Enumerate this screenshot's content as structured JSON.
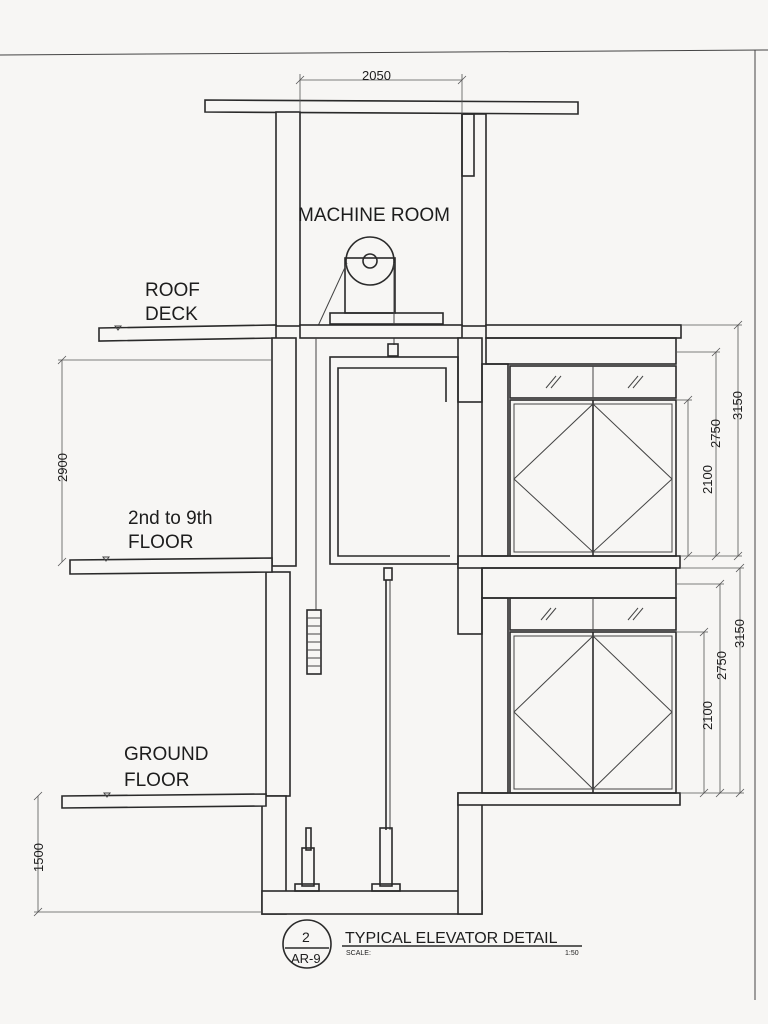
{
  "drawing": {
    "labels": {
      "machine_room": "MACHINE ROOM",
      "roof_line1": "ROOF",
      "roof_line2": "DECK",
      "floor2_line1": "2nd to 9th",
      "floor2_line2": "FLOOR",
      "ground_line1": "GROUND",
      "ground_line2": "FLOOR"
    },
    "dimensions": {
      "top_width": "2050",
      "floor_height": "2900",
      "pit_depth": "1500",
      "upper_door_height": "2100",
      "upper_opening_height": "2750",
      "upper_overall_height": "3150",
      "lower_door_height": "2100",
      "lower_opening_height": "2750",
      "lower_overall_height": "3150"
    },
    "title_block": {
      "detail_number": "2",
      "sheet_number": "AR-9",
      "title": "TYPICAL ELEVATOR DETAIL",
      "scale_label": "SCALE:",
      "scale_value": "1:50"
    }
  }
}
